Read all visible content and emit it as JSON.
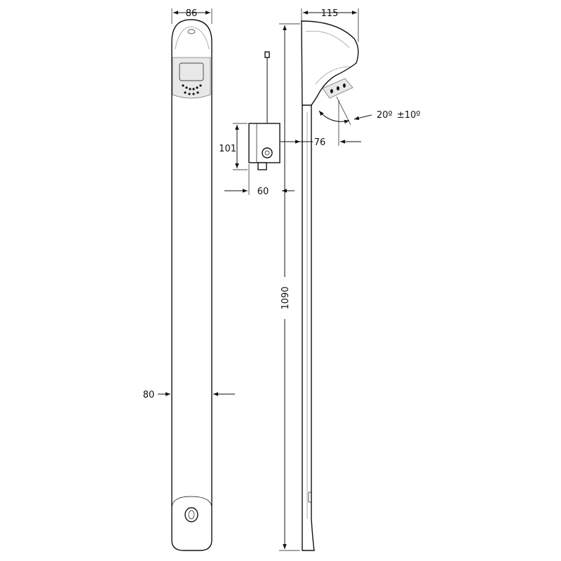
{
  "dimensions": {
    "top_width": "86",
    "side_depth": "115",
    "box_height": "101",
    "box_depth": "60",
    "head_offset": "76",
    "overall_height": "1090",
    "body_width": "80",
    "angle": "20º",
    "angle_tolerance": "±10º"
  }
}
